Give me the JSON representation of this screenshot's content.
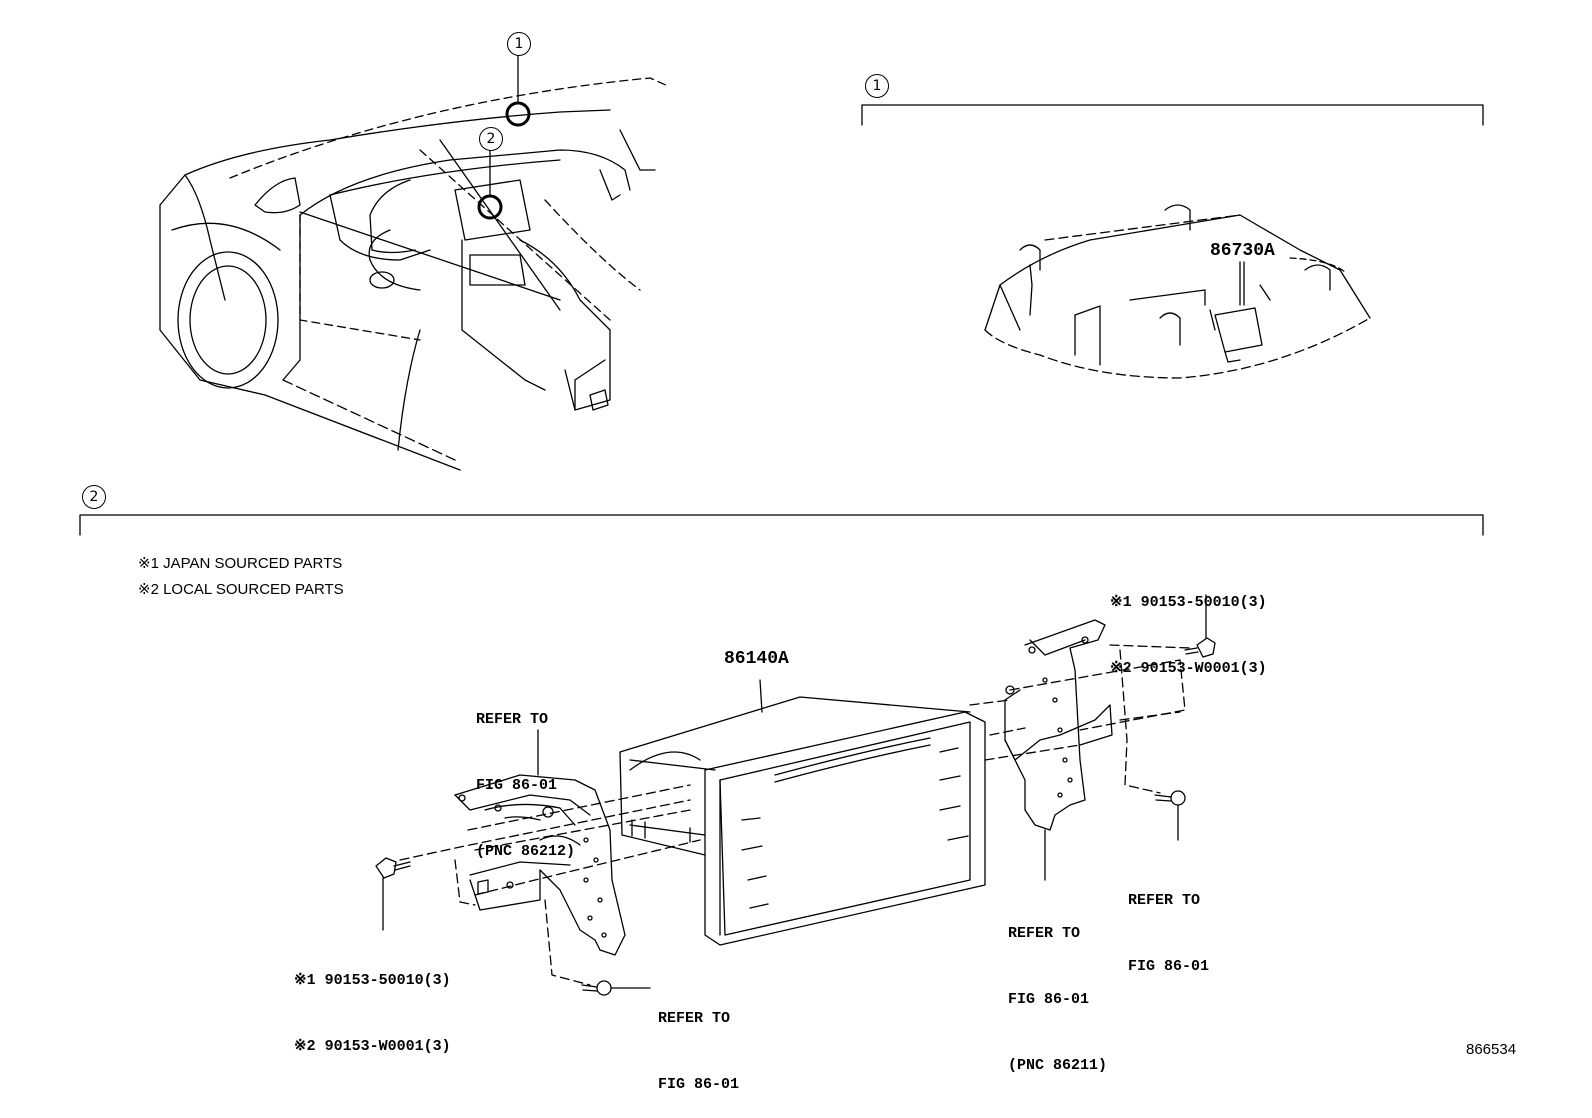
{
  "section_markers": {
    "one": "1",
    "two": "2"
  },
  "notes": {
    "japan": "※1 JAPAN SOURCED PARTS",
    "local": "※2 LOCAL SOURCED PARTS"
  },
  "parts": {
    "overhead_unit": "86730A",
    "radio_unit": "86140A"
  },
  "callouts": {
    "left_bracket": [
      "REFER TO",
      "FIG 86-01",
      "(PNC 86212)"
    ],
    "right_bracket": [
      "REFER TO",
      "FIG 86-01",
      "(PNC 86211)"
    ],
    "right_screw": [
      "REFER TO",
      "FIG 86-01"
    ],
    "bottom_screw": [
      "REFER TO",
      "FIG 86-01"
    ],
    "left_bolt": [
      "※1 90153-50010(3)",
      "※2 90153-W0001(3)"
    ],
    "top_right_bolt": [
      "※1 90153-50010(3)",
      "※2 90153-W0001(3)"
    ]
  },
  "figure_number": "866534"
}
